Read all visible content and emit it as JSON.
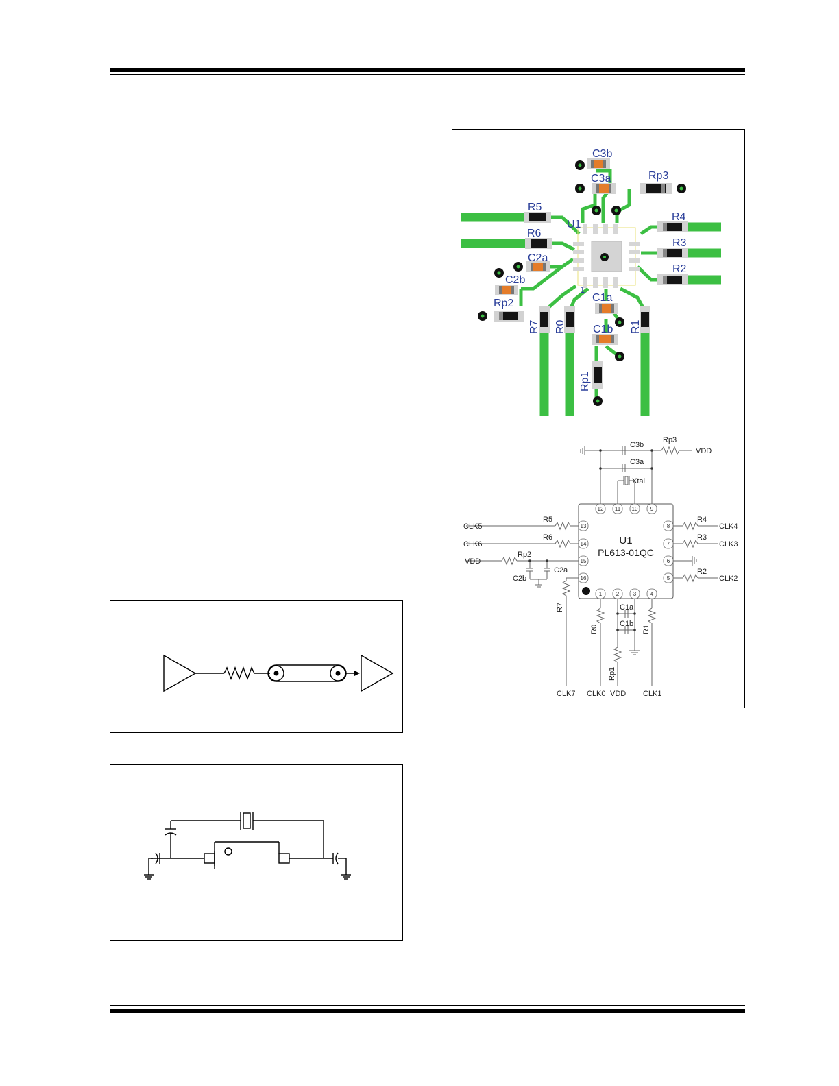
{
  "layout_labels": {
    "silk": [
      "C3b",
      "C3a",
      "Rp3",
      "R5",
      "U1",
      "R4",
      "R6",
      "R3",
      "C2a",
      "R2",
      "C2b",
      "1",
      "C1a",
      "Rp2",
      "R7",
      "R0",
      "C1b",
      "R1",
      "Rp1"
    ]
  },
  "schematic": {
    "part_ref": "U1",
    "part_number": "PL613-01QC",
    "pins": [
      "12",
      "11",
      "10",
      "9",
      "13",
      "14",
      "15",
      "16",
      "8",
      "7",
      "6",
      "5",
      "1",
      "2",
      "3",
      "4"
    ],
    "components": {
      "c3b": "C3b",
      "c3a": "C3a",
      "rp3": "Rp3",
      "xtal": "Xtal",
      "r5": "R5",
      "r6": "R6",
      "rp2": "Rp2",
      "c2a": "C2a",
      "c2b": "C2b",
      "r7": "R7",
      "r4": "R4",
      "r3": "R3",
      "r2": "R2",
      "c1a": "C1a",
      "c1b": "C1b",
      "r0": "R0",
      "r1": "R1",
      "rp1": "Rp1"
    },
    "nets": {
      "vdd_top": "VDD",
      "clk5": "CLK5",
      "clk6": "CLK6",
      "vdd_left": "VDD",
      "clk4": "CLK4",
      "clk3": "CLK3",
      "clk2": "CLK2",
      "clk7": "CLK7",
      "clk0": "CLK0",
      "vdd_bottom": "VDD",
      "clk1": "CLK1"
    }
  }
}
